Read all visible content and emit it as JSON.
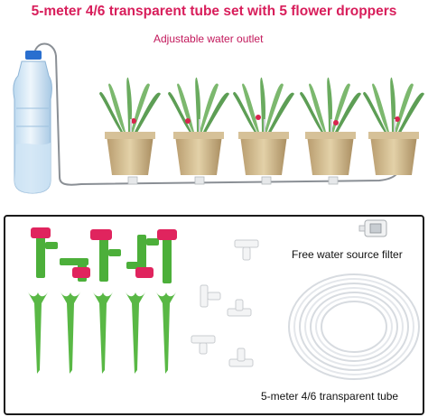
{
  "header": {
    "title": "5-meter 4/6 transparent tube set with 5 flower droppers",
    "subtitle": "Adjustable water outlet"
  },
  "kit": {
    "filter_label": "Free water source filter",
    "tube_label": "5-meter 4/6 transparent tube"
  },
  "colors": {
    "title": "#d81e5b",
    "dropper_green": "#4caf3a",
    "valve_red": "#e0245e",
    "border": "#1a1a1a"
  },
  "icons": [
    "water-bottle-icon",
    "potted-aloe-icon",
    "dripper-stake-icon",
    "valve-icon",
    "tee-connector-icon",
    "filter-icon",
    "tube-coil-icon"
  ]
}
